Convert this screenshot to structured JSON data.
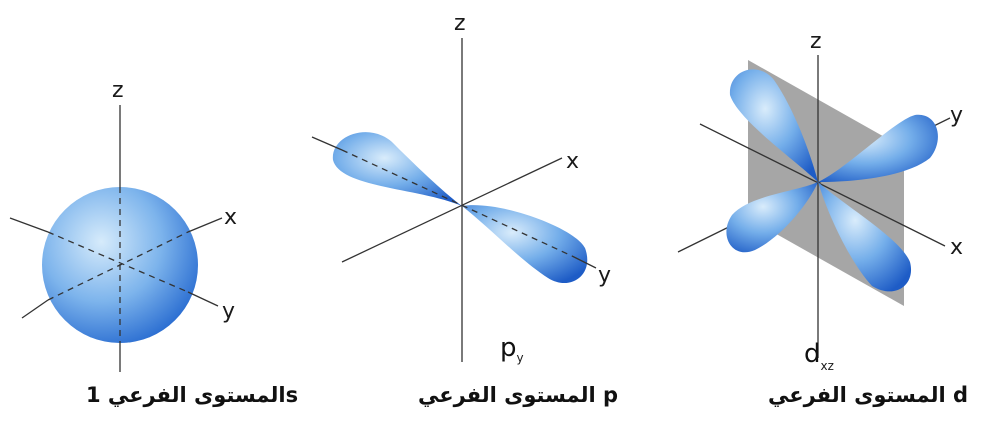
{
  "axis_labels": {
    "x": "x",
    "y": "y",
    "z": "z"
  },
  "orbitals": [
    {
      "id": "s",
      "caption": "المستوى الفرعي 1s"
    },
    {
      "id": "p",
      "name": "p",
      "subscript": "y",
      "caption": "المستوى الفرعي p"
    },
    {
      "id": "d",
      "name": "d",
      "subscript": "xz",
      "caption": "المستوى الفرعي d"
    }
  ],
  "colors": {
    "lobe_light": "#c7e2f8",
    "lobe_mid": "#6fa7e6",
    "lobe_dark": "#1f5fc8",
    "plane": "#9c9c9c"
  }
}
